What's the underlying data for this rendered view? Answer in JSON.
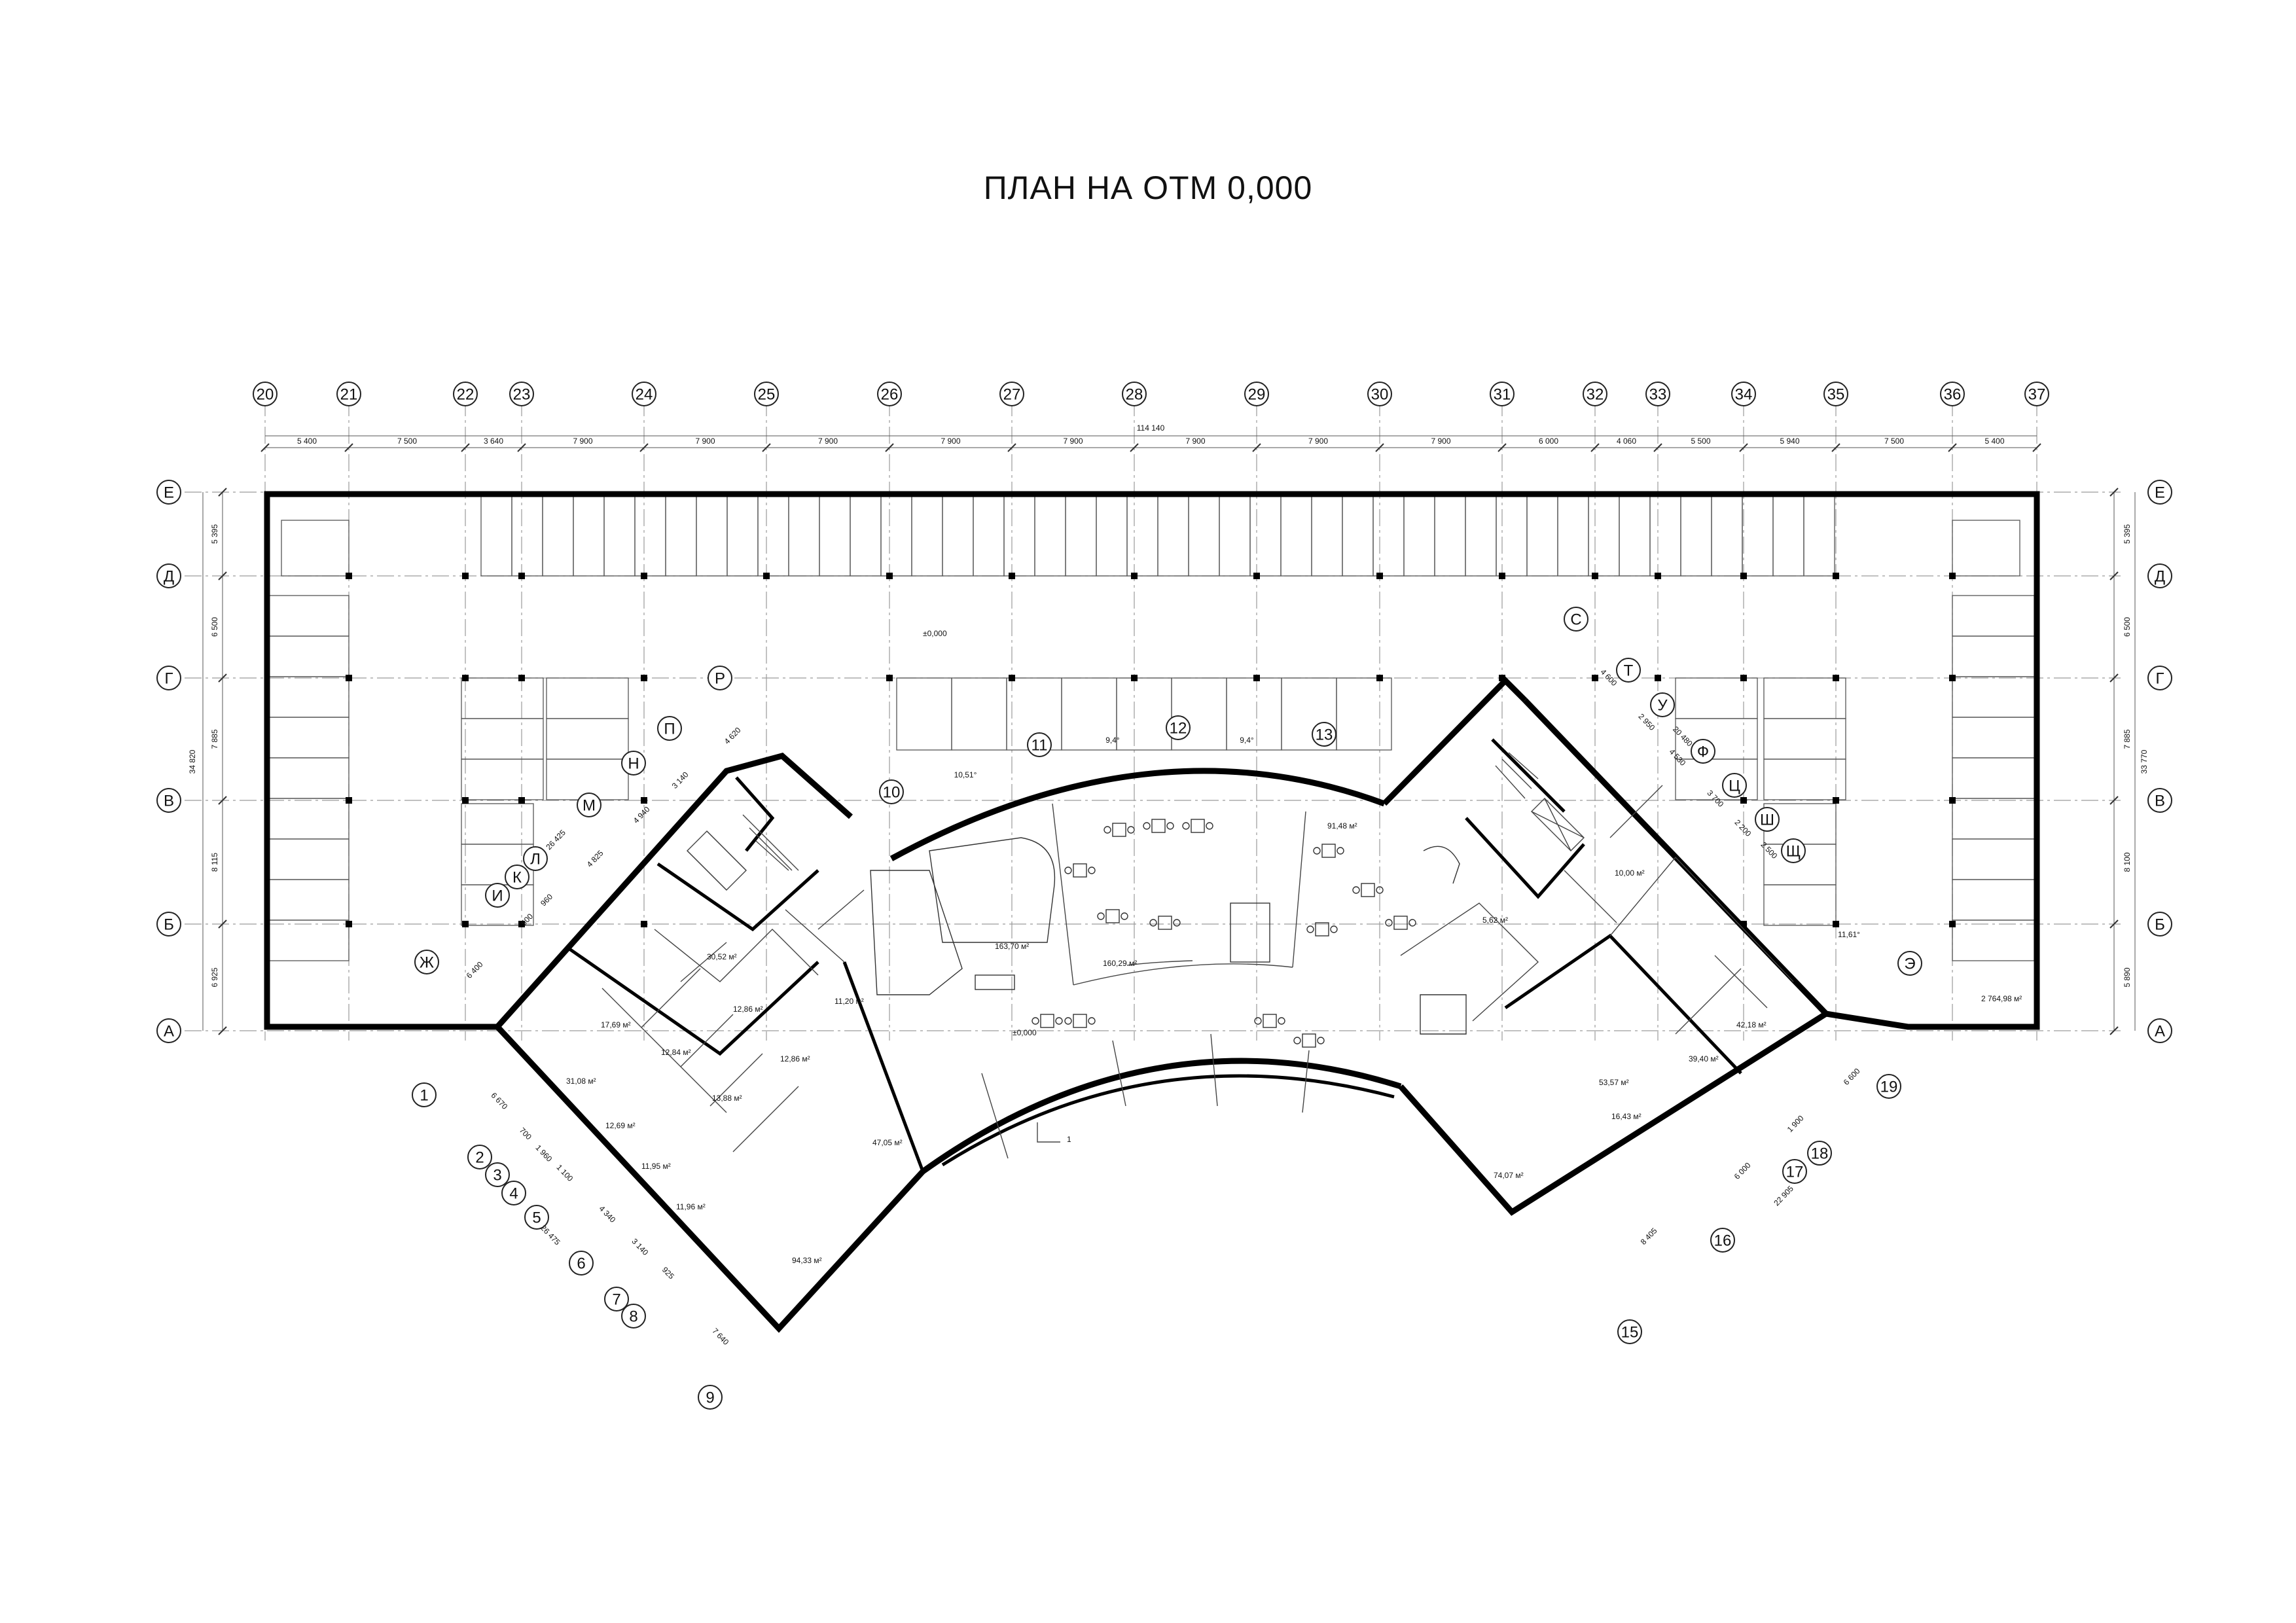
{
  "title": "ПЛАН НА ОТМ 0,000",
  "overall_length": "114 140",
  "axes_top": [
    "20",
    "21",
    "22",
    "23",
    "24",
    "25",
    "26",
    "27",
    "28",
    "29",
    "30",
    "31",
    "32",
    "33",
    "34",
    "35",
    "36",
    "37"
  ],
  "dims_top": [
    "5 400",
    "7 500",
    "3 640",
    "7 900",
    "7 900",
    "7 900",
    "7 900",
    "7 900",
    "7 900",
    "7 900",
    "7 900",
    "6 000",
    "4 060",
    "5 500",
    "5 940",
    "7 500",
    "5 400"
  ],
  "axes_rows": [
    "Е",
    "Д",
    "Г",
    "В",
    "Б",
    "А"
  ],
  "dims_left": [
    "5 395",
    "6 500",
    "7 885",
    "8 115",
    "6 925"
  ],
  "dims_left_total": "34 820",
  "dims_right": [
    "5 395",
    "6 500",
    "7 885",
    "8 100",
    "5 890"
  ],
  "dims_right_total": "33 770",
  "axes_left_wing": [
    "Р",
    "П",
    "Н",
    "М",
    "Л",
    "К",
    "И",
    "Ж"
  ],
  "dims_left_wing": [
    "4 620",
    "3 140",
    "4 940",
    "4 825",
    "960",
    "500",
    "6 400"
  ],
  "dims_left_wing_total": "26 425",
  "axes_bottom_left": [
    "1",
    "2",
    "3",
    "4",
    "5",
    "6",
    "7",
    "8",
    "9"
  ],
  "dims_bottom_left": [
    "6 670",
    "700",
    "1 960",
    "1 100",
    "4 340",
    "3 140",
    "925",
    "7 640"
  ],
  "dims_bottom_left_total": "26 475",
  "axes_arc": [
    "10",
    "11",
    "12",
    "13"
  ],
  "arc_angles": [
    "10,51°",
    "9,4°",
    "9,4°"
  ],
  "axes_right_wing": [
    "С",
    "Т",
    "У",
    "Ф",
    "Ц",
    "Ш",
    "Щ",
    "Э"
  ],
  "dims_right_wing": [
    "4 600",
    "2 950",
    "4 530",
    "3 700",
    "2 200",
    "2 500"
  ],
  "dims_right_wing_total": "20 480",
  "right_angle": "11,61°",
  "axes_bottom_right": [
    "15",
    "16",
    "17",
    "18",
    "19"
  ],
  "dims_bottom_right": [
    "8 405",
    "6 000",
    "1 900",
    "6 600"
  ],
  "dims_bottom_right_total": "22 905",
  "level_mark_parking": "±0,000",
  "level_mark_hall": "±0,000",
  "section_mark": "1",
  "rooms": {
    "r163": "163,70 м²",
    "r160": "160,29 м²",
    "r91": "91,48 м²",
    "r30": "30,52 м²",
    "r11_20": "11,20 м²",
    "r17": "17,69 м²",
    "r12_86a": "12,86 м²",
    "r12_84": "12,84 м²",
    "r12_86b": "12,86 м²",
    "r31": "31,08 м²",
    "r13": "13,88 м²",
    "r12_69": "12,69 м²",
    "r11_95": "11,95 м²",
    "r11_96": "11,96 м²",
    "r47": "47,05 м²",
    "r94": "94,33 м²",
    "r5": "5,62 м²",
    "r10": "10,00 м²",
    "r53": "53,57 м²",
    "r42": "42,18 м²",
    "r39": "39,40 м²",
    "r16": "16,43 м²",
    "r74": "74,07 м²",
    "parking": "2 764,98 м²"
  }
}
